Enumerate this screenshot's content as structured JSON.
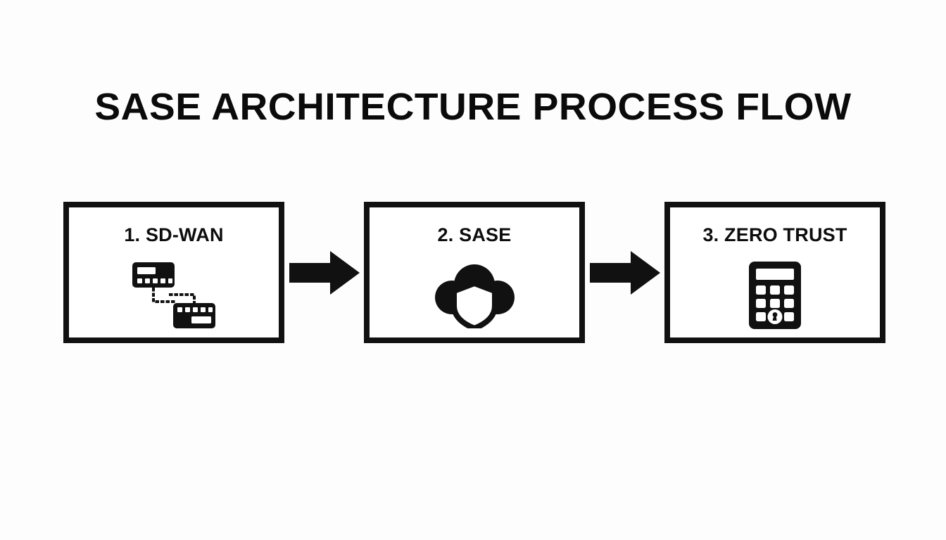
{
  "title": "SASE ARCHITECTURE PROCESS FLOW",
  "colors": {
    "background": "#fdfdfd",
    "ink": "#111111",
    "box_fill": "#ffffff",
    "text": "#0d0d0d"
  },
  "flow": {
    "steps": [
      {
        "label": "1. SD-WAN",
        "number": "1",
        "name": "SD-WAN",
        "icon": "network-devices-icon"
      },
      {
        "label": "2. SASE",
        "number": "2",
        "name": "SASE",
        "icon": "cloud-shield-icon"
      },
      {
        "label": "3. ZERO TRUST",
        "number": "3",
        "name": "ZERO TRUST",
        "icon": "keypad-lock-icon"
      }
    ],
    "connectors": [
      {
        "icon": "arrow-right-icon",
        "from": "1. SD-WAN",
        "to": "2. SASE"
      },
      {
        "icon": "arrow-right-icon",
        "from": "2. SASE",
        "to": "3. ZERO TRUST"
      }
    ]
  }
}
